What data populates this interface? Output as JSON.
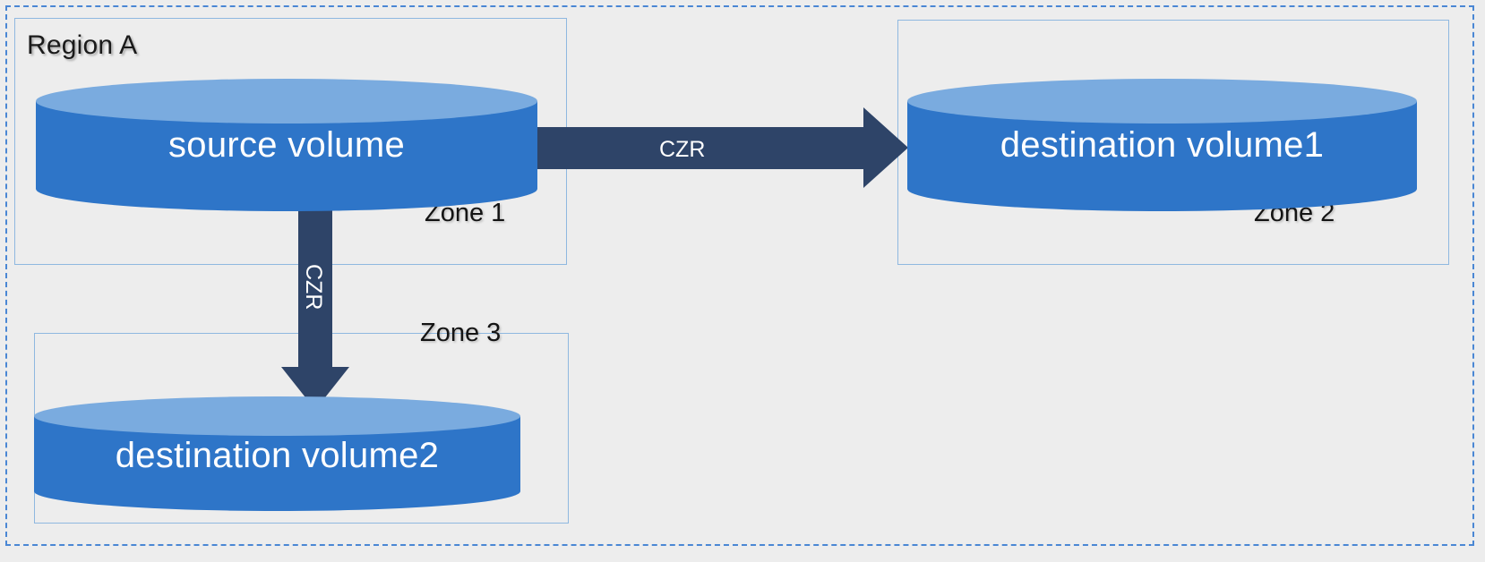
{
  "diagram": {
    "region": {
      "label": "Region A"
    },
    "zones": [
      {
        "id": "zone1",
        "label": "Zone 1"
      },
      {
        "id": "zone2",
        "label": "Zone 2"
      },
      {
        "id": "zone3",
        "label": "Zone 3"
      }
    ],
    "volumes": [
      {
        "id": "source",
        "label": "source volume"
      },
      {
        "id": "dest1",
        "label": "destination volume1"
      },
      {
        "id": "dest2",
        "label": "destination volume2"
      }
    ],
    "connections": [
      {
        "id": "source-to-dest1",
        "label": "CZR",
        "direction": "horizontal-right"
      },
      {
        "id": "source-to-dest2",
        "label": "CZR",
        "direction": "vertical-down"
      }
    ],
    "colors": {
      "background": "#ededed",
      "region_border": "#4a87d4",
      "zone_border": "#8fb8e0",
      "cylinder_body": "#2e75c8",
      "cylinder_top": "#7aabdf",
      "arrow": "#2e4468",
      "volume_text": "#ffffff",
      "label_text": "#141414"
    }
  }
}
